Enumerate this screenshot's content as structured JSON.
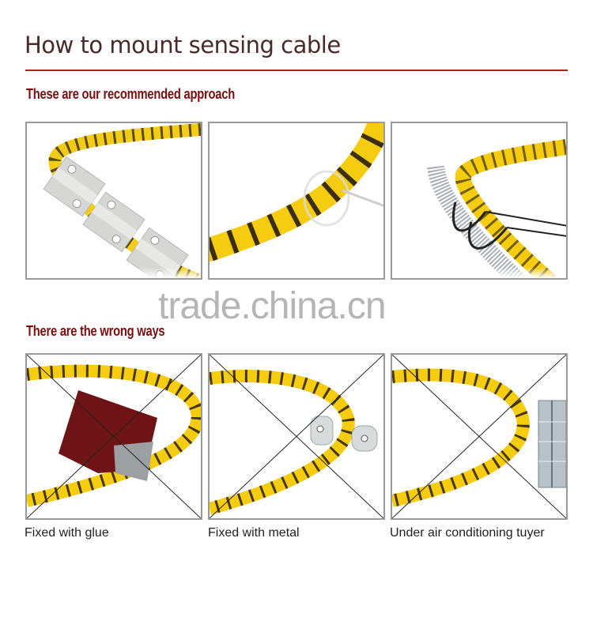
{
  "header": {
    "title": "How to mount sensing cable",
    "rule_color": "#b02020"
  },
  "recommended": {
    "heading": "These are our recommended approach",
    "items": [
      {
        "image": "cable-with-metal-brackets"
      },
      {
        "image": "cable-with-plastic-tie"
      },
      {
        "image": "cable-tied-to-metal-conduit"
      }
    ]
  },
  "wrong": {
    "heading": "There are the wrong ways",
    "items": [
      {
        "image": "cable-with-glue-tape",
        "caption": "Fixed with glue"
      },
      {
        "image": "cable-with-metal-clip",
        "caption": "Fixed with metal"
      },
      {
        "image": "cable-near-air-vent",
        "caption": "Under air conditioning tuyer"
      }
    ]
  },
  "watermark": "trade.china.cn",
  "colors": {
    "heading": "#7a0e0e",
    "cable_yellow": "#f5cc10",
    "cable_stripe": "#1a1208",
    "border": "#9a9a9a"
  }
}
